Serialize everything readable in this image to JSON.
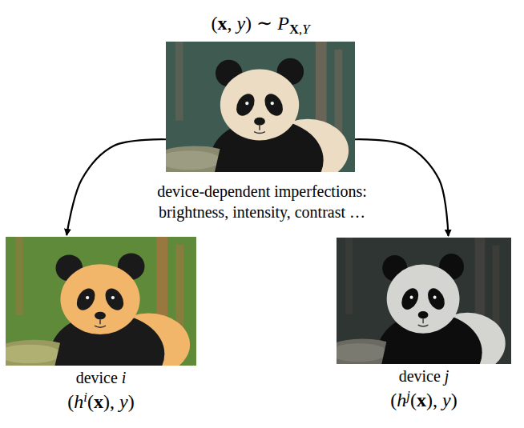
{
  "diagram": {
    "nodes": [
      {
        "text": [
          "(x, y) ∼ PX,Y"
        ]
      },
      {
        "text": [
          "device i",
          "(hi(x), y)"
        ]
      },
      {
        "text": [
          "device j",
          "(hj(x), y)"
        ]
      }
    ],
    "edges": [
      {
        "from": 0,
        "to": 1,
        "arrow": "to"
      },
      {
        "from": 0,
        "to": 2,
        "arrow": "to"
      }
    ],
    "labels": [
      "device-dependent imperfections: brightness, intensity, contrast …"
    ]
  }
}
